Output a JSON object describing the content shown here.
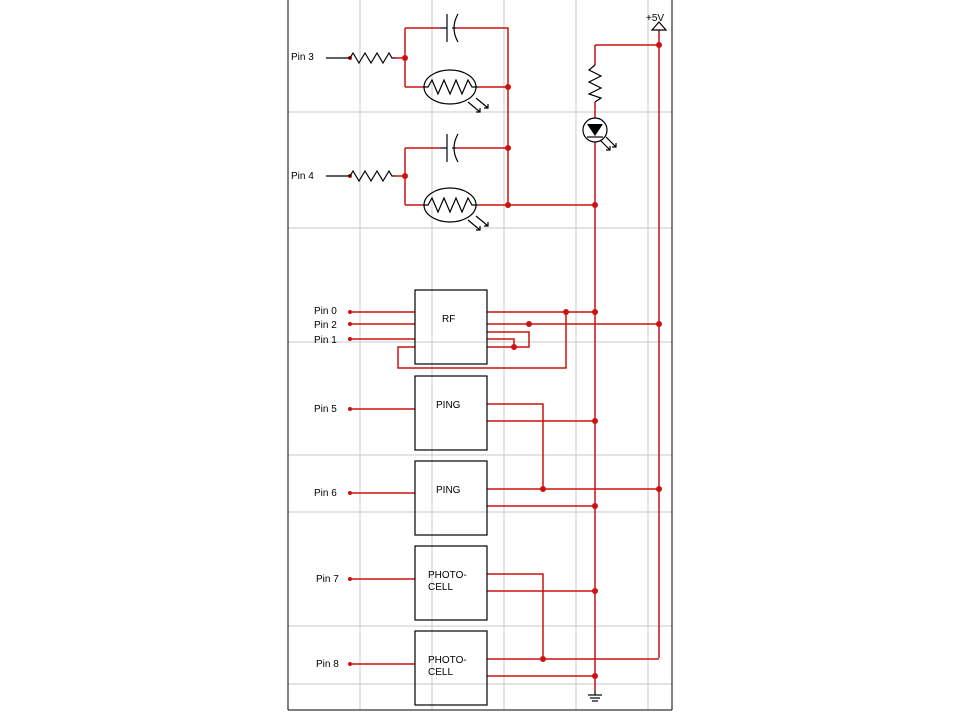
{
  "labels": {
    "supply": "+5V",
    "pin3": "Pin 3",
    "pin4": "Pin 4",
    "pin0": "Pin 0",
    "pin2": "Pin 2",
    "pin1": "Pin 1",
    "pin5": "Pin 5",
    "pin6": "Pin 6",
    "pin7": "Pin 7",
    "pin8": "Pin 8"
  },
  "blocks": {
    "rf": "RF",
    "ping1": "PING",
    "ping2": "PING",
    "photo1_line1": "PHOTO-",
    "photo1_line2": "CELL",
    "photo2_line1": "PHOTO-",
    "photo2_line2": "CELL"
  },
  "colors": {
    "wire": "#cc1111",
    "component": "#000000",
    "grid": "#c8c8c8"
  }
}
